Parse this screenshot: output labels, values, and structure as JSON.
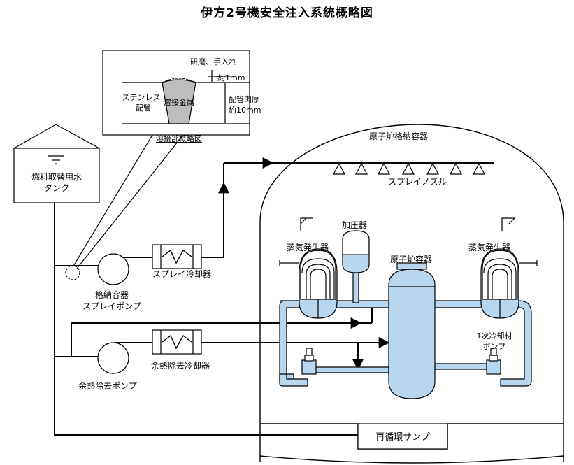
{
  "title": "伊方2号機安全注入系統概略図",
  "labels": {
    "containment_vessel": "原子炉格納容器",
    "spray_nozzle": "スプレイノズル",
    "rwst_line1": "燃料取替用水",
    "rwst_line2": "タンク",
    "pressurizer": "加圧器",
    "sg_left": "蒸気発生器",
    "sg_right": "蒸気発生器",
    "reactor_vessel": "原子炉容器",
    "spray_cooler": "スプレイ冷却器",
    "spray_pump_line1": "格納容器",
    "spray_pump_line2": "スプレイポンプ",
    "rhr_cooler": "余熱除去冷却器",
    "rhr_pump": "余熱除去ポンプ",
    "rcp_line1": "1次冷却材",
    "rcp_line2": "ポンプ",
    "sump": "再循環サンプ"
  },
  "inset": {
    "polish": "研磨、手入れ",
    "approx_1mm": "約1mm",
    "stainless_line1": "ステンレス",
    "stainless_line2": "配管",
    "weld_metal": "溶接金属",
    "wall_thickness_line1": "配管肉厚",
    "wall_thickness_line2": "約10mm",
    "caption": "溶接部概略図"
  },
  "colors": {
    "coolant": "#b8d6ee",
    "line": "#000000"
  }
}
